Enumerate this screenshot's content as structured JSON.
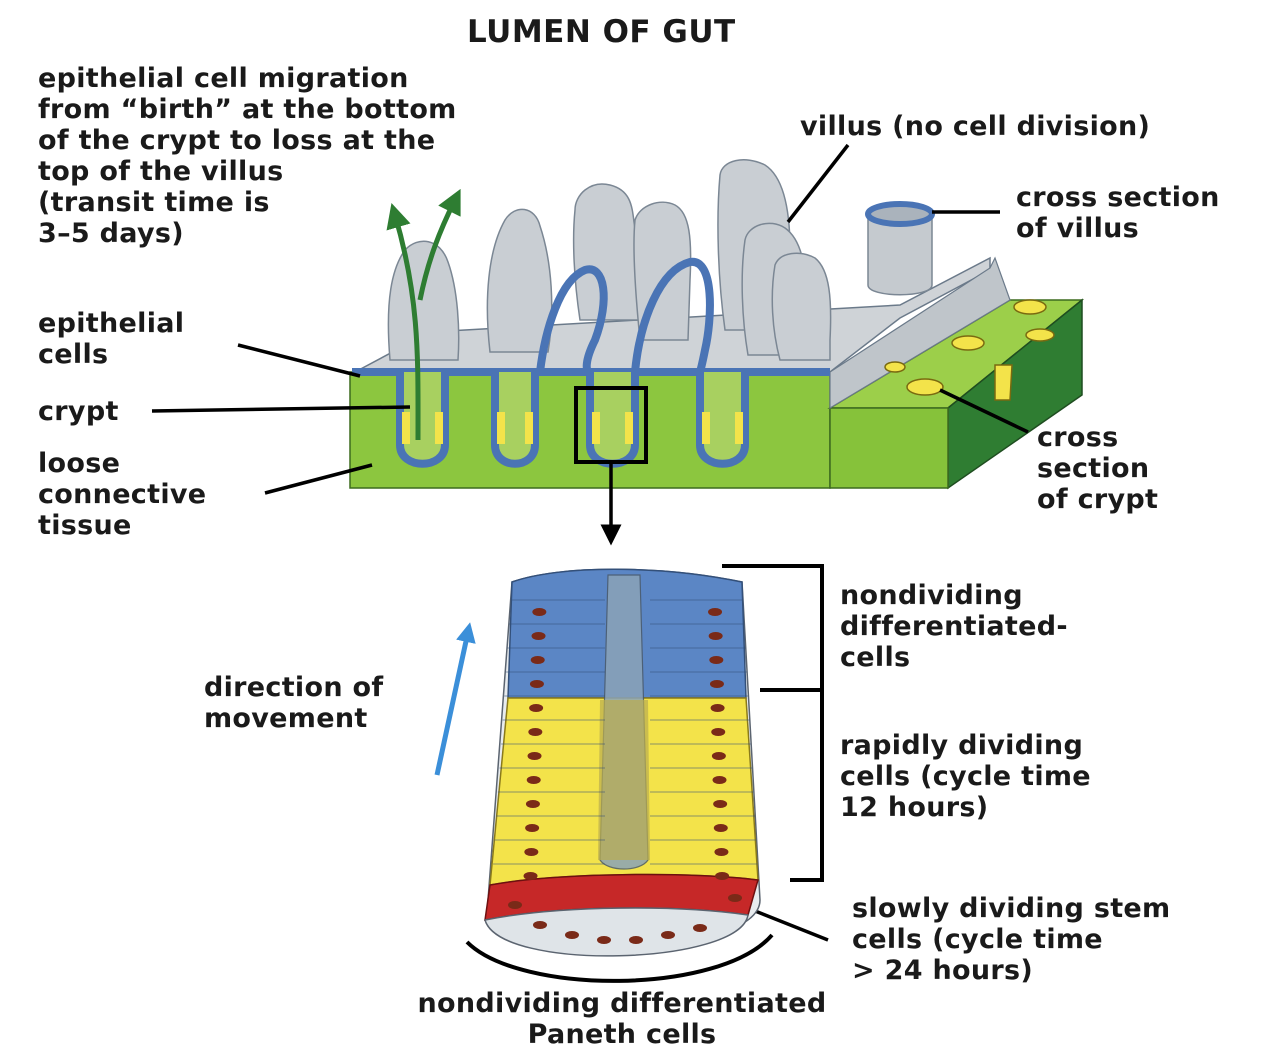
{
  "title": "LUMEN OF GUT",
  "labels": {
    "migration": "epithelial cell migration\nfrom “birth” at the bottom\nof the crypt to loss at the\ntop of the villus\n(transit time is\n3–5 days)",
    "villus": "villus (no cell division)",
    "cross_villus": "cross section\nof villus",
    "epithelial": "epithelial\ncells",
    "crypt": "crypt",
    "connective": "loose\nconnective\ntissue",
    "cross_crypt": "cross\nsection\nof crypt",
    "nondividing": "nondividing\ndifferentiated-\ncells",
    "direction": "direction of\nmovement",
    "rapid": "rapidly dividing\ncells (cycle time\n12 hours)",
    "stem": "slowly dividing stem\ncells (cycle time\n> 24 hours)",
    "paneth": "nondividing differentiated\nPaneth cells"
  },
  "colors": {
    "tissue": "#8cc63f",
    "tissue_side": "#2f7d32",
    "villus": "#c9ced3",
    "epithelium": "#5b86c5",
    "dividing": "#f3e34a",
    "stem": "#c62828",
    "migration_arrow": "#2e7d32",
    "direction_arrow": "#3b8fd9"
  }
}
